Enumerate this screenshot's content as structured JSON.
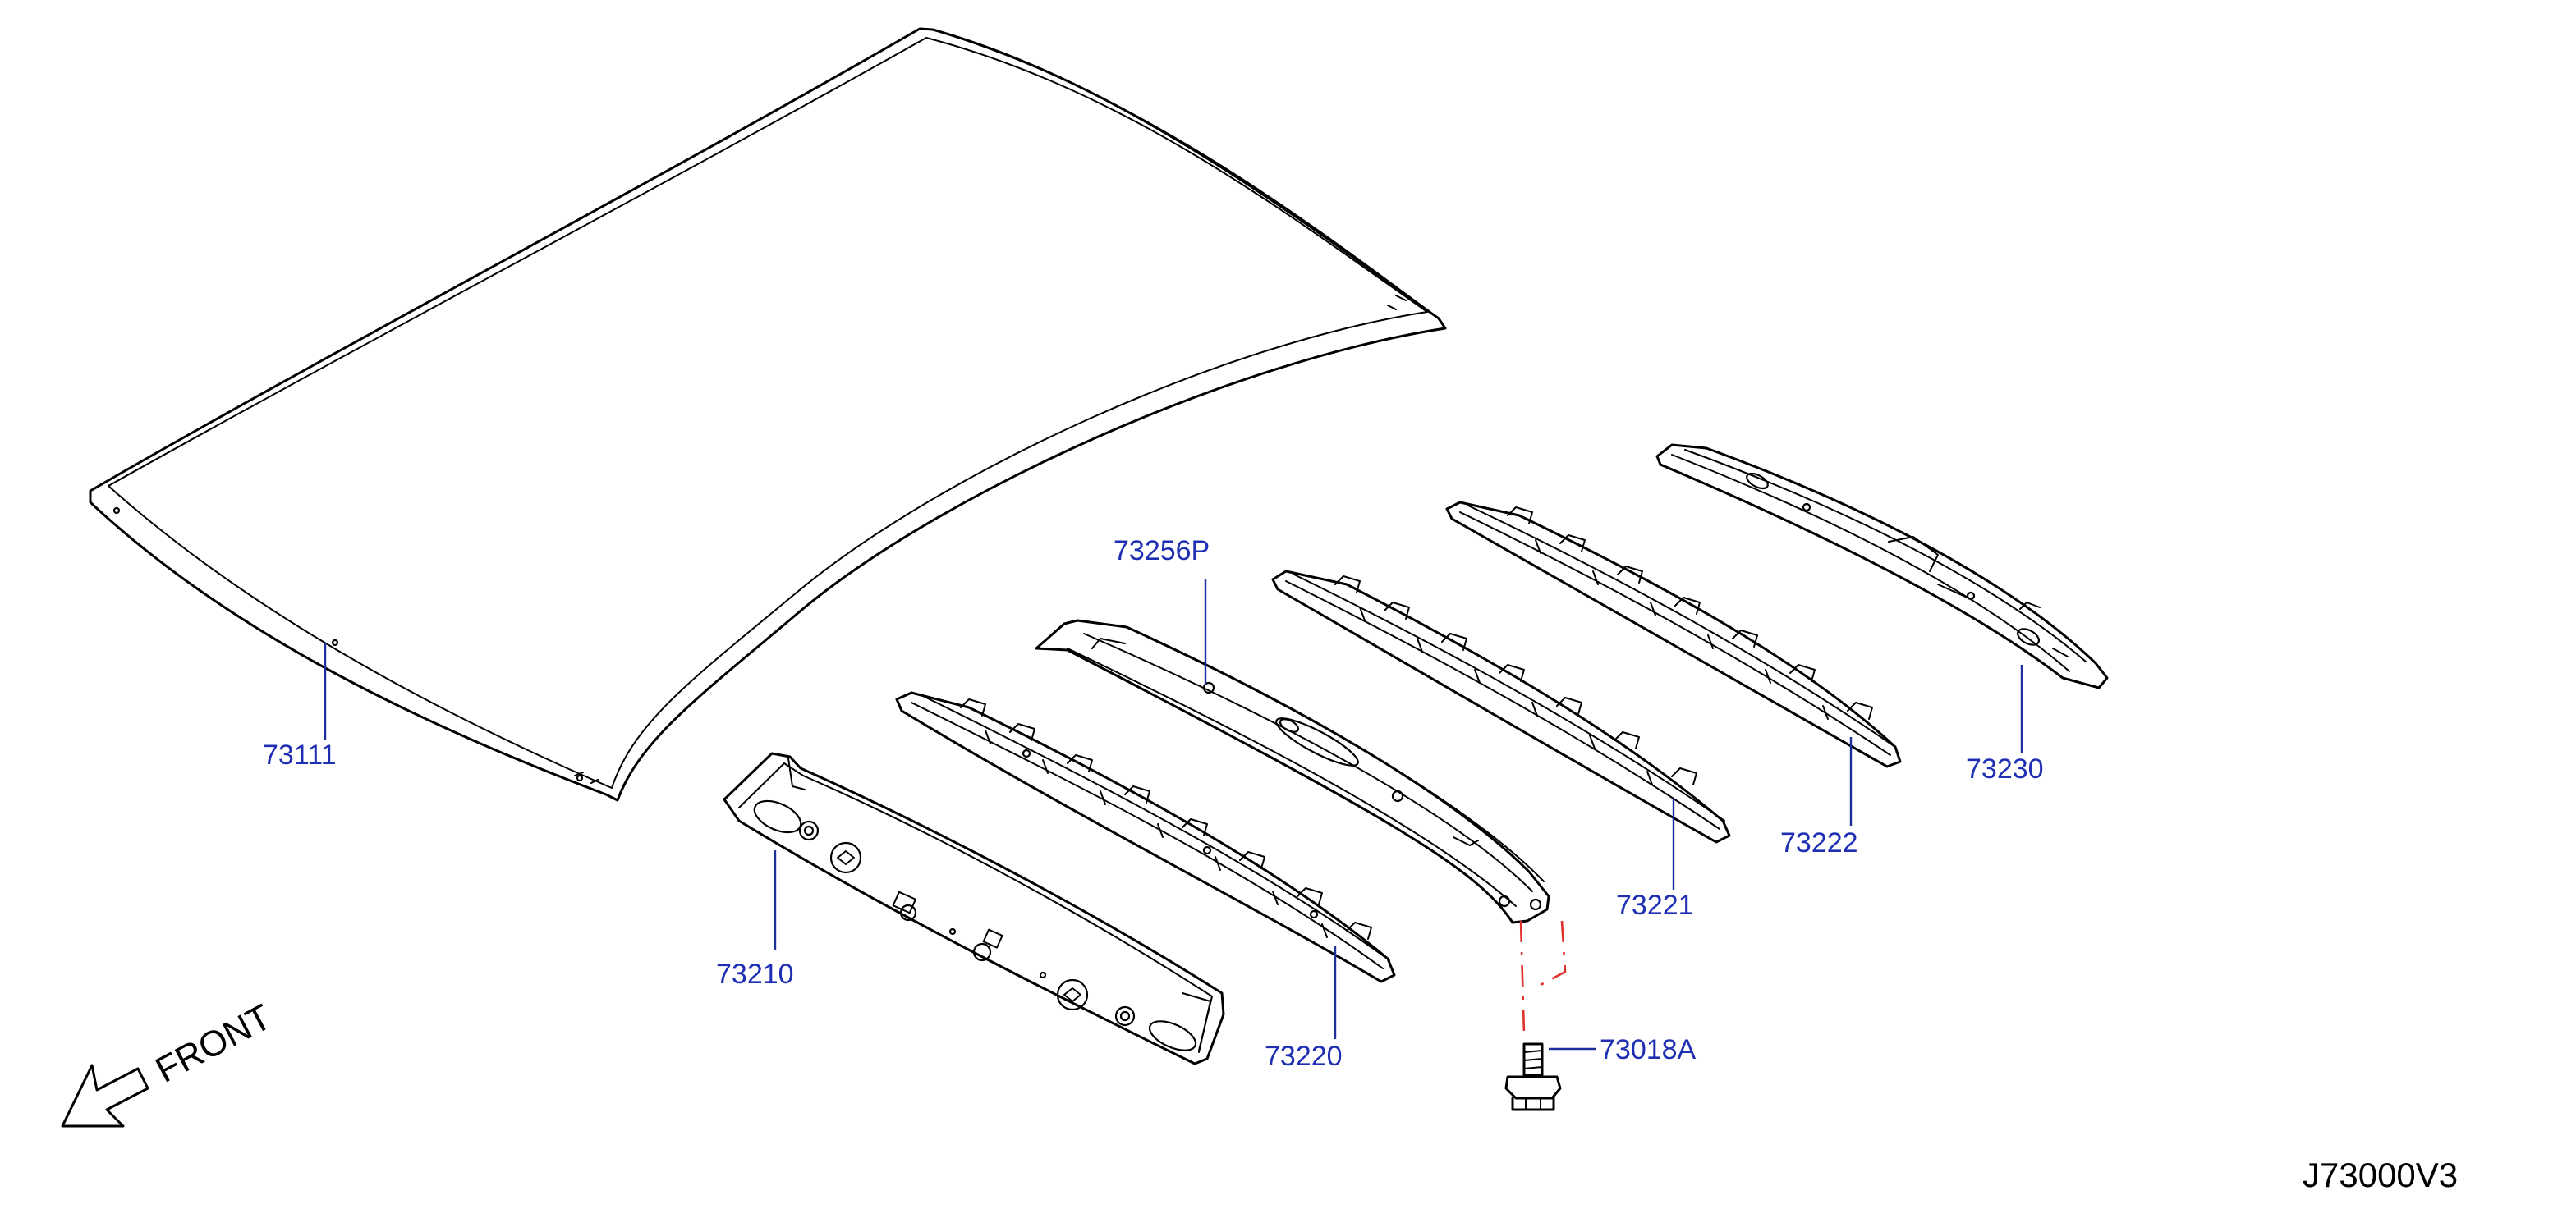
{
  "diagram": {
    "parts": [
      {
        "number": "73111"
      },
      {
        "number": "73210"
      },
      {
        "number": "73220"
      },
      {
        "number": "73256P"
      },
      {
        "number": "73221"
      },
      {
        "number": "73222"
      },
      {
        "number": "73230"
      },
      {
        "number": "73018A"
      }
    ],
    "front_label": "FRONT",
    "diagram_id": "J73000V3",
    "colors": {
      "callout_text": "#1f2fb3",
      "leader_line": "#1d2f9c",
      "fastener_path": "#e0312b",
      "linework": "#000000"
    }
  }
}
